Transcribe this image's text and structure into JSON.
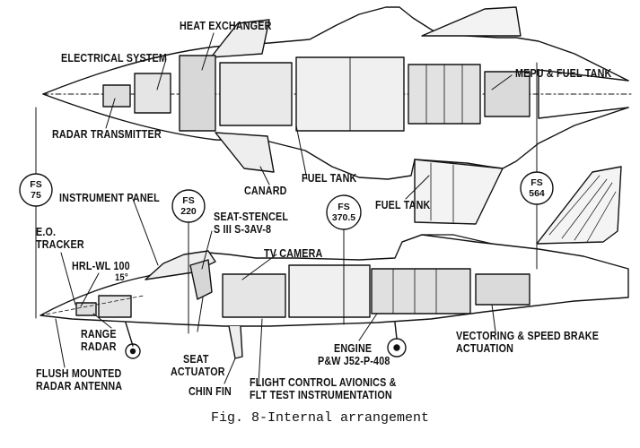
{
  "figure": {
    "caption": "Fig. 8-Internal arrangement",
    "colors": {
      "ink": "#111111",
      "paper": "#ffffff"
    },
    "callouts": {
      "heat_exchanger": "HEAT EXCHANGER",
      "electrical_system": "ELECTRICAL SYSTEM",
      "radar_transmitter": "RADAR TRANSMITTER",
      "mepu_fuel_tank": "MEPU & FUEL TANK",
      "canard": "CANARD",
      "fuel_tank_upper": "FUEL TANK",
      "fuel_tank_lower": "FUEL TANK",
      "instrument_panel": "INSTRUMENT PANEL",
      "eo_tracker_1": "E.O.",
      "eo_tracker_2": "TRACKER",
      "seat_stencel_1": "SEAT-STENCEL",
      "seat_stencel_2": "S III S-3AV-8",
      "tv_camera": "TV CAMERA",
      "hrl_wl": "HRL-WL 100",
      "angle": "15°",
      "range_radar_1": "RANGE",
      "range_radar_2": "RADAR",
      "seat_actuator_1": "SEAT",
      "seat_actuator_2": "ACTUATOR",
      "engine_1": "ENGINE",
      "engine_2": "P&W J52-P-408",
      "vectoring_1": "VECTORING & SPEED BRAKE",
      "vectoring_2": "ACTUATION",
      "flush_radar_1": "FLUSH MOUNTED",
      "flush_radar_2": "RADAR ANTENNA",
      "chin_fin": "CHIN FIN",
      "flight_control_1": "FLIGHT CONTROL AVIONICS &",
      "flight_control_2": "FLT TEST INSTRUMENTATION"
    },
    "stations": [
      {
        "prefix": "FS",
        "value": "75"
      },
      {
        "prefix": "FS",
        "value": "220"
      },
      {
        "prefix": "FS",
        "value": "370.5"
      },
      {
        "prefix": "FS",
        "value": "564"
      }
    ]
  }
}
